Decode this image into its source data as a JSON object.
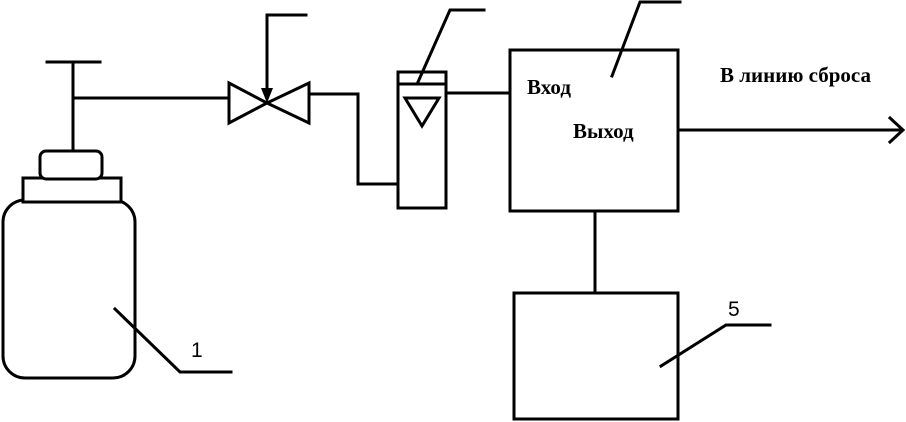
{
  "diagram": {
    "analyzer": {
      "inlet_label": "Вход",
      "outlet_label": "Выход"
    },
    "discharge_label": "В линию сброса",
    "callouts": {
      "cylinder": "1",
      "recorder": "5"
    }
  }
}
